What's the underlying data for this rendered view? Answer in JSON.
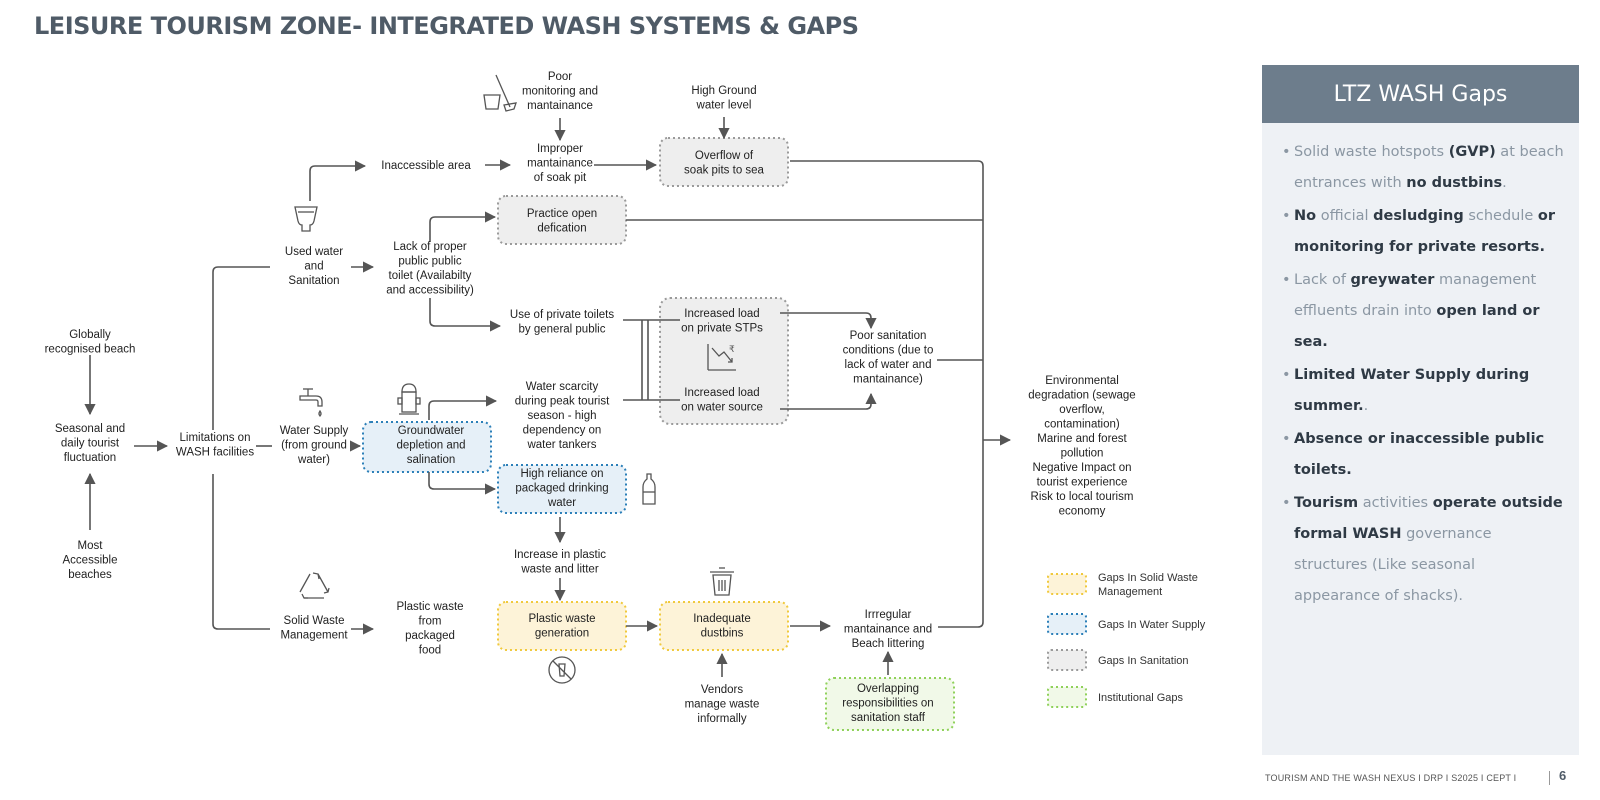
{
  "title": "LEISURE TOURISM ZONE- INTEGRATED WASH SYSTEMS & GAPS",
  "nodes": {
    "globally_recognised": [
      "Globally",
      "recognised beach"
    ],
    "seasonal": [
      "Seasonal and",
      "daily tourist",
      "fluctuation"
    ],
    "most_accessible": [
      "Most",
      "Accessible",
      "beaches"
    ],
    "limitations": [
      "Limitations on",
      "WASH facilities"
    ],
    "used_water": [
      "Used water",
      "and",
      "Sanitation"
    ],
    "water_supply": [
      "Water Supply",
      "(from ground",
      "water)"
    ],
    "solid_waste": [
      "Solid Waste",
      "Management"
    ],
    "inaccessible_area": [
      "Inaccessible area"
    ],
    "poor_monitoring": [
      "Poor",
      "monitoring and",
      "mantainance"
    ],
    "improper_maintenance": [
      "Improper",
      "mantainance",
      "of soak pit"
    ],
    "high_ground": [
      "High Ground",
      "water level"
    ],
    "overflow": [
      "Overflow of",
      "soak pits to sea"
    ],
    "practice_open": [
      "Practice open",
      "defication"
    ],
    "lack_toilet": [
      "Lack of proper",
      "public public",
      "toilet (Availabilty",
      "and accessibility)"
    ],
    "use_private": [
      "Use of private toilets",
      "by general public"
    ],
    "load_stp": [
      "Increased load",
      "on private STPs"
    ],
    "load_water": [
      "Increased load",
      "on water source"
    ],
    "poor_sanitation": [
      "Poor sanitation",
      "conditions (due to",
      "lack of water and",
      "mantainance)"
    ],
    "water_scarcity": [
      "Water scarcity",
      "during peak tourist",
      "season - high",
      "dependency on",
      "water tankers"
    ],
    "groundwater": [
      "Groundwater",
      "depletion and",
      "salination"
    ],
    "packaged_water": [
      "High reliance on",
      "packaged drinking",
      "water"
    ],
    "increase_plastic": [
      "Increase in plastic",
      "waste and litter"
    ],
    "plastic_food": [
      "Plastic waste",
      "from",
      "packaged",
      "food"
    ],
    "plastic_generation": [
      "Plastic waste",
      "generation"
    ],
    "inadequate_dustbins": [
      "Inadequate",
      "dustbins"
    ],
    "irregular": [
      "Irrregular",
      "mantainance and",
      "Beach littering"
    ],
    "vendors": [
      "Vendors",
      "manage waste",
      "informally"
    ],
    "overlapping": [
      "Overlapping",
      "responsibilities on",
      "sanitation staff"
    ],
    "environmental": [
      "Environmental",
      "degradation (sewage",
      "overflow,",
      "contamination)",
      "Marine and forest",
      "pollution",
      "Negative Impact on",
      "tourist experience",
      "Risk to local tourism",
      "economy"
    ]
  },
  "legend": [
    {
      "key": "solid",
      "lines": [
        "Gaps In Solid Waste",
        "Management"
      ],
      "color": "#f0c93c"
    },
    {
      "key": "water",
      "lines": [
        "Gaps In Water Supply"
      ],
      "color": "#2b7fb8"
    },
    {
      "key": "san",
      "lines": [
        "Gaps In Sanitation"
      ],
      "color": "#9a9a9a"
    },
    {
      "key": "inst",
      "lines": [
        "Institutional Gaps"
      ],
      "color": "#8fd15a"
    }
  ],
  "icons": [
    "toilet-icon",
    "tap-icon",
    "recycle-icon",
    "cleaning-tools-icon",
    "hydrant-icon",
    "bottle-icon",
    "trash-bin-icon",
    "no-littering-icon",
    "currency-decline-icon"
  ],
  "panel": {
    "title": "LTZ WASH Gaps",
    "items": [
      [
        {
          "t": "Solid waste hotspots "
        },
        {
          "t": "(GVP)",
          "b": true
        },
        {
          "t": " at beach entrances with "
        },
        {
          "t": "no dustbins",
          "b": true
        },
        {
          "t": "."
        }
      ],
      [
        {
          "t": "No",
          "b": true
        },
        {
          "t": " official "
        },
        {
          "t": "desludging",
          "b": true
        },
        {
          "t": " schedule "
        },
        {
          "t": "or monitoring for private resorts.",
          "b": true
        }
      ],
      [
        {
          "t": "Lack of "
        },
        {
          "t": "greywater",
          "b": true
        },
        {
          "t": " management effluents drain into "
        },
        {
          "t": "open land or sea.",
          "b": true
        }
      ],
      [
        {
          "t": "Limited Water Supply during summer.",
          "b": true
        },
        {
          "t": "."
        }
      ],
      [
        {
          "t": "Absence or inaccessible public toilets.",
          "b": true
        }
      ],
      [
        {
          "t": "Tourism",
          "b": true
        },
        {
          "t": " activities "
        },
        {
          "t": "operate outside formal WASH",
          "b": true
        },
        {
          "t": " governance structures (Like seasonal appearance of shacks)."
        }
      ]
    ]
  },
  "footer": {
    "text": "TOURISM AND THE WASH NEXUS I DRP I S2025 I CEPT I",
    "page": "6"
  },
  "colors": {
    "solid": "#f0c93c",
    "water": "#2b7fb8",
    "sanitation": "#9a9a9a",
    "institutional": "#8fd15a",
    "panel_header": "#6d7d8c",
    "panel_bg": "#eef1f5",
    "title": "#4f5b67"
  }
}
